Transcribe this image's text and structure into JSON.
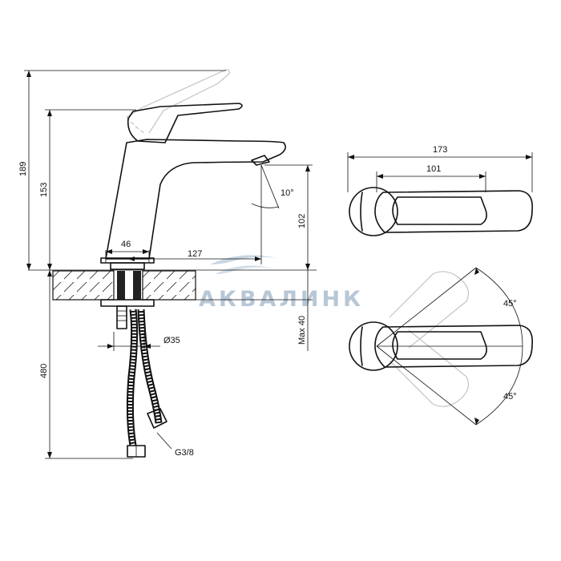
{
  "side_view": {
    "dim_total_height": "189",
    "dim_spout_height": "153",
    "dim_outlet_height": "102",
    "dim_base_width": "46",
    "dim_spout_reach": "127",
    "dim_outlet_angle": "10°",
    "dim_mount_hole": "Ø35",
    "dim_max_thickness": "Max 40",
    "dim_hose_length": "480",
    "dim_connection": "G3/8"
  },
  "top_view": {
    "dim_overall_length": "173",
    "dim_handle_length": "101",
    "dim_rotate_up": "45°",
    "dim_rotate_down": "45°"
  },
  "watermark": {
    "text": "АКВАЛИНК",
    "color": "#b8c7d6"
  },
  "colors": {
    "line": "#111111",
    "ghost": "#c4c4c4"
  }
}
